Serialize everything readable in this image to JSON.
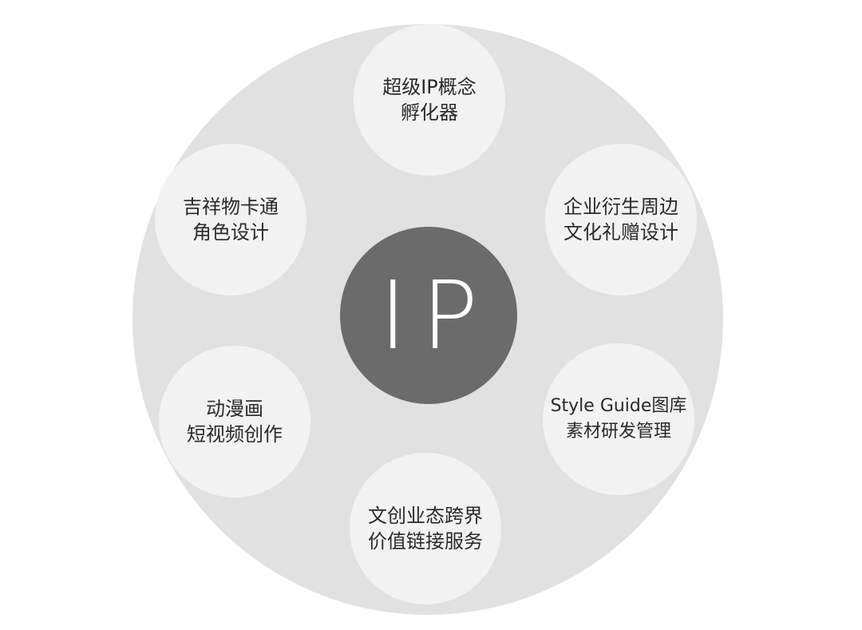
{
  "diagram": {
    "center": {
      "label": "IP"
    },
    "satellites": [
      {
        "lines": [
          "超级IP概念",
          "孵化器"
        ]
      },
      {
        "lines": [
          "企业衍生周边",
          "文化礼赠设计"
        ]
      },
      {
        "lines": [
          "Style Guide图库",
          "素材研发管理"
        ]
      },
      {
        "lines": [
          "文创业态跨界",
          "价值链接服务"
        ]
      },
      {
        "lines": [
          "动漫画",
          "短视频创作"
        ]
      },
      {
        "lines": [
          "吉祥物卡通",
          "角色设计"
        ]
      }
    ]
  }
}
